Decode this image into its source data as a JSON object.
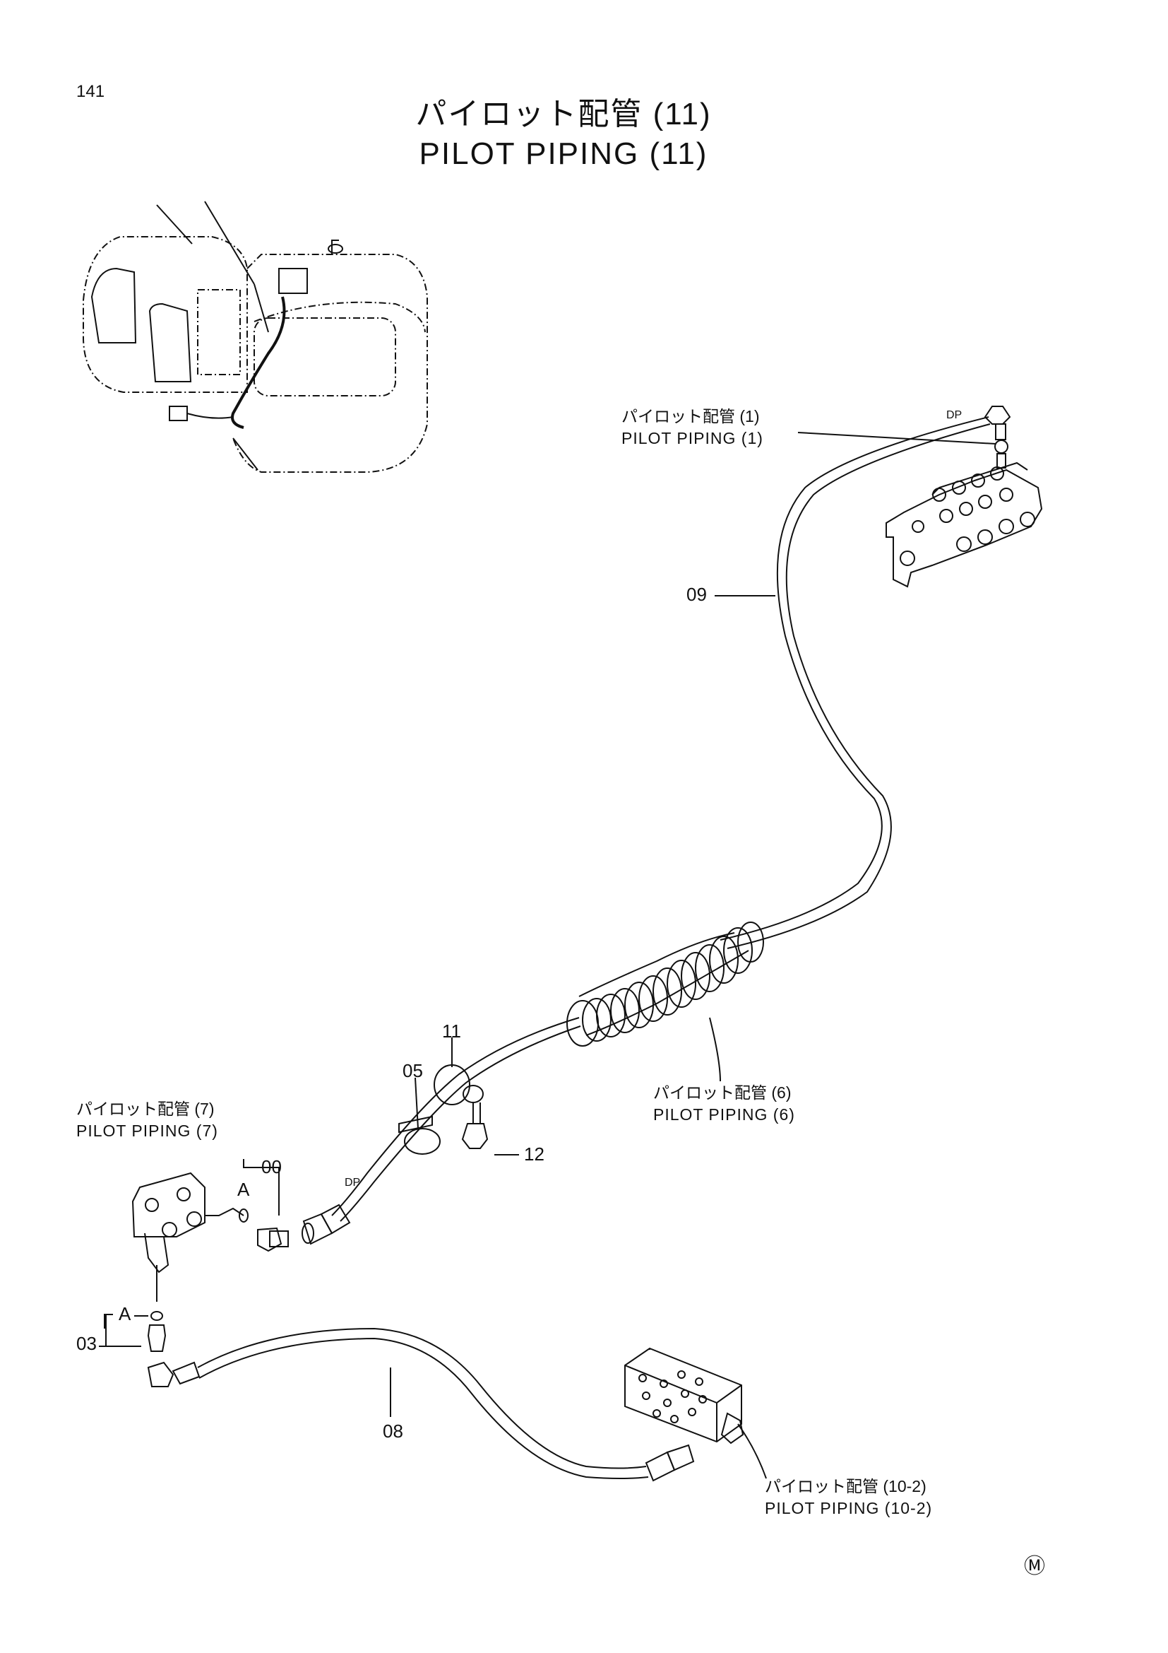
{
  "page": {
    "number": "141",
    "title_jp": "パイロット配管 (11)",
    "title_en": "PILOT PIPING (11)",
    "mark": "Ⓜ"
  },
  "references": [
    {
      "jp": "パイロット配管 (1)",
      "en": "PILOT PIPING (1)"
    },
    {
      "jp": "パイロット配管 (6)",
      "en": "PILOT PIPING (6)"
    },
    {
      "jp": "パイロット配管 (7)",
      "en": "PILOT PIPING (7)"
    },
    {
      "jp": "パイロット配管 (10-2)",
      "en": "PILOT PIPING (10-2)"
    }
  ],
  "part_numbers": {
    "p09": "09",
    "p11": "11",
    "p05": "05",
    "p12": "12",
    "p00": "00",
    "p03": "03",
    "p08": "08"
  },
  "markers": {
    "a_upper": "A",
    "a_lower": "A",
    "dp_upper": "DP",
    "dp_lower": "DP"
  }
}
